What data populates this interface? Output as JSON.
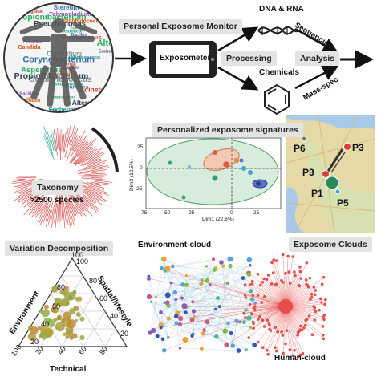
{
  "top": {
    "monitor_label": "Personal Exposome Monitor",
    "device_label": "Exposometer",
    "processing_label": "Processing",
    "analysis_label": "Analysis",
    "dna_rna_label": "DNA & RNA",
    "chemicals_label": "Chemicals",
    "sequencing_label": "Sequencing",
    "massspec_label": "Mass-spec",
    "word_cloud": [
      "Stereum",
      "Aspergillus",
      "Tolypocladium",
      "Propionibacterium",
      "Staphylococcus",
      "Pseudomonas",
      "Trametes",
      "Acinetobacter",
      "Bacillus",
      "Streptococcus",
      "Penicillium",
      "Alternaria",
      "Candida",
      "Escherichia",
      "Clostridium",
      "Micrococcus",
      "Corynebacterium",
      "Rhodotorula"
    ]
  },
  "middle": {
    "taxonomy_label": "Taxonomy",
    "species_label": ">2500 species",
    "signatures_label": "Personalized exposome signatures",
    "pca": {
      "xlabel": "Dim1 (22.6%)",
      "ylabel": "Dim2 (12.5%)",
      "xticks": [
        "-75",
        "-50",
        "-25",
        "0",
        "25"
      ],
      "yticks": [
        "25",
        "0",
        "-25"
      ]
    },
    "map_labels": [
      "P6",
      "P3",
      "P3",
      "P1",
      "P5"
    ]
  },
  "bottom": {
    "variation_label": "Variation Decomposition",
    "environment_label": "Environment",
    "spatial_label": "Spatial/lifestyle",
    "technical_label": "Technical",
    "left_ticks": [
      "20",
      "40",
      "60",
      "80",
      "100"
    ],
    "right_ticks": [
      "100",
      "80",
      "60",
      "40",
      "20"
    ],
    "bottom_ticks": [
      "20",
      "40",
      "60",
      "80",
      "100"
    ],
    "clouds_label": "Exposome Clouds",
    "env_cloud_label": "Environment-cloud",
    "human_cloud_label": "Human-cloud"
  },
  "colors": {
    "tree_red": "#d94c4c",
    "tree_teal": "#3aa898",
    "pca_ellipse": "#cfe8d6",
    "network_red": "#e84c4c",
    "network_green": "#7bbf3e",
    "map_land": "#e6d9a8"
  }
}
